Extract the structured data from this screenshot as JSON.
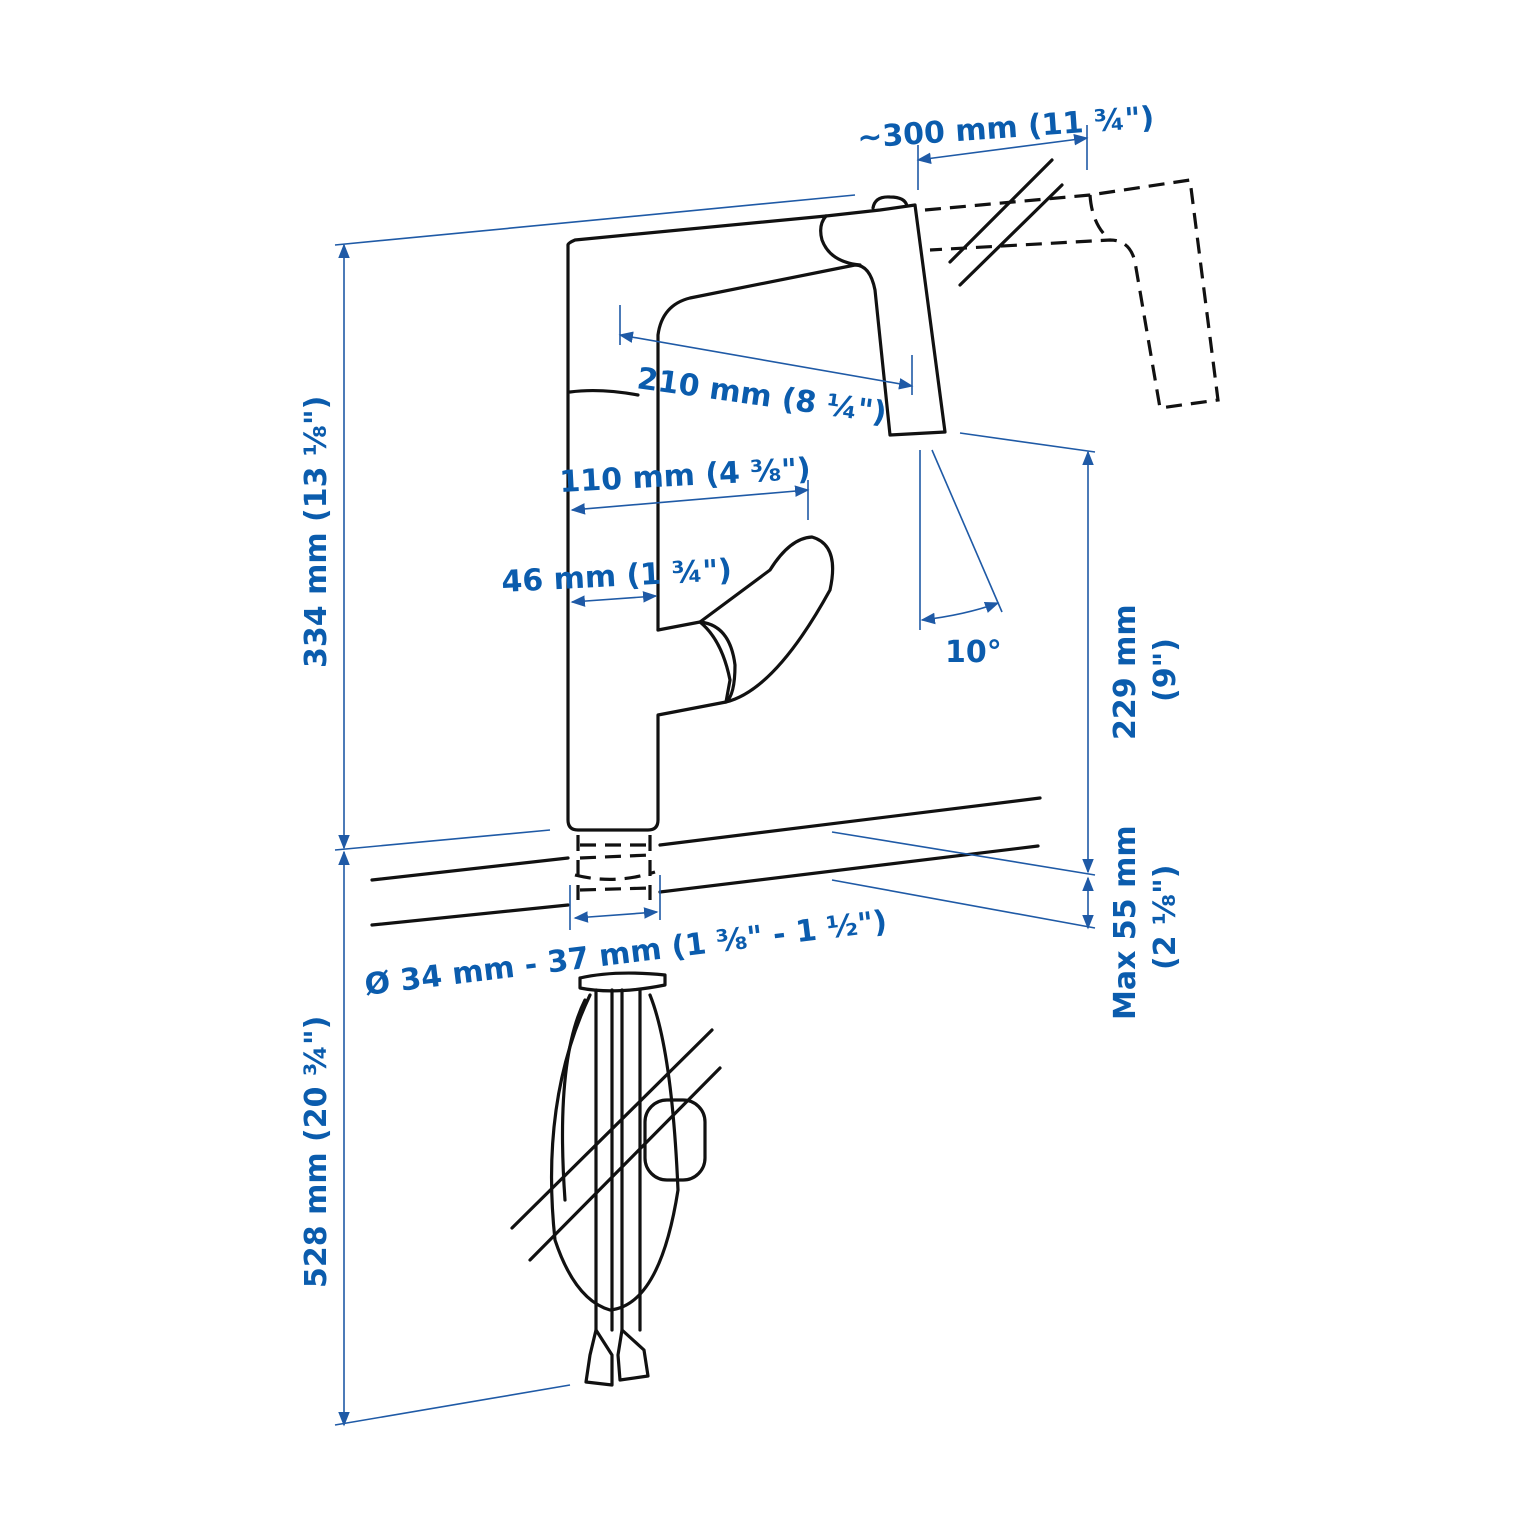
{
  "colors": {
    "dimension": "#0b5cad",
    "line": "#111111"
  },
  "dimensions": {
    "spray_reach": "~300 mm (11 ¾\")",
    "spout_reach": "210 mm (8 ¼\")",
    "handle_reach": "110 mm (4 ⅜\")",
    "body_width": "46 mm (1 ¾\")",
    "spray_angle": "10°",
    "total_height": "334 mm (13 ⅛\")",
    "spout_clearance_mm": "229 mm",
    "spout_clearance_in": "(9\")",
    "max_thickness_mm": "Max 55 mm",
    "max_thickness_in": "(2 ⅛\")",
    "hole_diameter": "Ø 34 mm - 37 mm (1 ⅜\" - 1 ½\")",
    "hose_length": "528 mm (20 ¾\")"
  }
}
